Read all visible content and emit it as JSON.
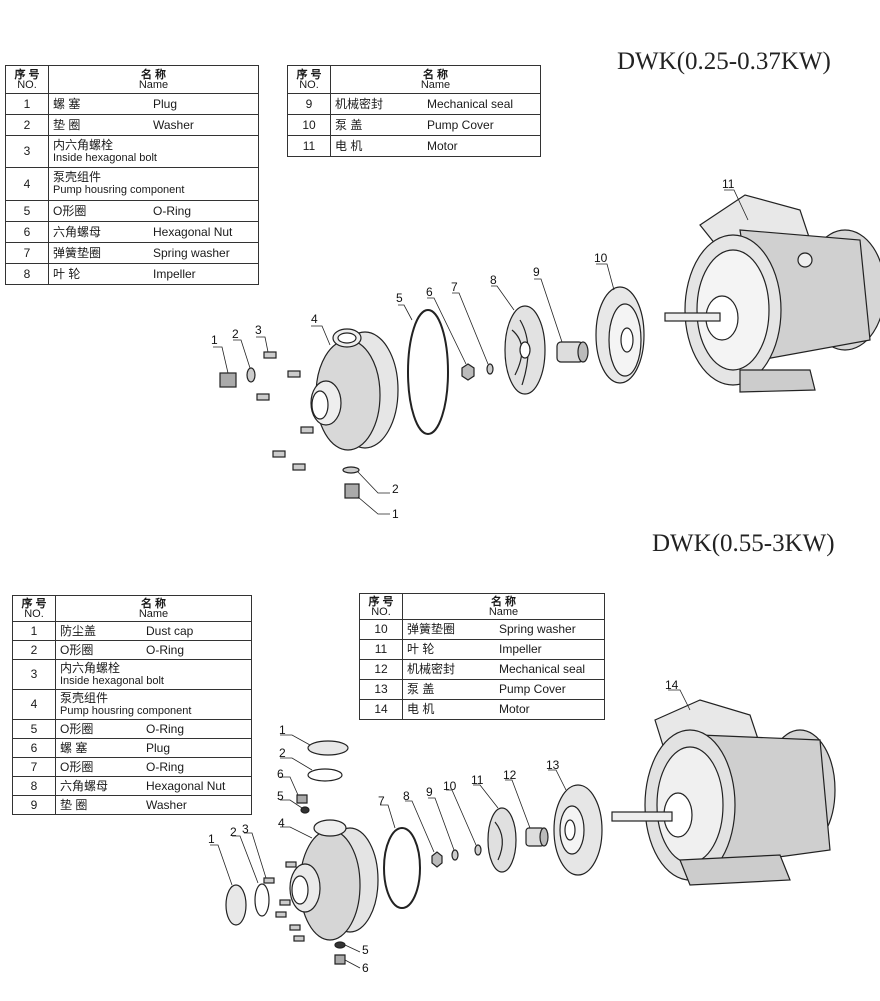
{
  "section1": {
    "model_title": "DWK(0.25-0.37KW)",
    "header": {
      "no_zh": "序 号",
      "no_en": "NO.",
      "name_zh": "名 称",
      "name_en": "Name"
    },
    "table_left": [
      {
        "no": "1",
        "zh": "螺 塞",
        "en": "Plug"
      },
      {
        "no": "2",
        "zh": "垫 圈",
        "en": "Washer"
      },
      {
        "no": "3",
        "zh": "内六角螺栓",
        "en": "Inside hexagonal bolt"
      },
      {
        "no": "4",
        "zh": "泵壳组件",
        "en": "Pump housring component"
      },
      {
        "no": "5",
        "zh": "O形圈",
        "en": "O-Ring"
      },
      {
        "no": "6",
        "zh": "六角螺母",
        "en": "Hexagonal Nut"
      },
      {
        "no": "7",
        "zh": "弹簧垫圈",
        "en": "Spring washer"
      },
      {
        "no": "8",
        "zh": "叶 轮",
        "en": "Impeller"
      }
    ],
    "table_right": [
      {
        "no": "9",
        "zh": "机械密封",
        "en": "Mechanical seal"
      },
      {
        "no": "10",
        "zh": "泵 盖",
        "en": "Pump Cover"
      },
      {
        "no": "11",
        "zh": "电 机",
        "en": "Motor"
      }
    ],
    "callouts": [
      "1",
      "2",
      "3",
      "4",
      "5",
      "6",
      "7",
      "8",
      "9",
      "10",
      "11",
      "2",
      "1"
    ]
  },
  "section2": {
    "model_title": "DWK(0.55-3KW)",
    "header": {
      "no_zh": "序 号",
      "no_en": "NO.",
      "name_zh": "名 称",
      "name_en": "Name"
    },
    "table_left": [
      {
        "no": "1",
        "zh": "防尘盖",
        "en": "Dust cap"
      },
      {
        "no": "2",
        "zh": "O形圈",
        "en": "O-Ring"
      },
      {
        "no": "3",
        "zh": "内六角螺栓",
        "en": "Inside hexagonal bolt"
      },
      {
        "no": "4",
        "zh": "泵壳组件",
        "en": "Pump housring component"
      },
      {
        "no": "5",
        "zh": "O形圈",
        "en": "O-Ring"
      },
      {
        "no": "6",
        "zh": "螺 塞",
        "en": "Plug"
      },
      {
        "no": "7",
        "zh": "O形圈",
        "en": "O-Ring"
      },
      {
        "no": "8",
        "zh": "六角螺母",
        "en": "Hexagonal Nut"
      },
      {
        "no": "9",
        "zh": "垫 圈",
        "en": "Washer"
      }
    ],
    "table_right": [
      {
        "no": "10",
        "zh": "弹簧垫圈",
        "en": "Spring washer"
      },
      {
        "no": "11",
        "zh": "叶 轮",
        "en": "Impeller"
      },
      {
        "no": "12",
        "zh": "机械密封",
        "en": "Mechanical seal"
      },
      {
        "no": "13",
        "zh": "泵 盖",
        "en": "Pump Cover"
      },
      {
        "no": "14",
        "zh": "电 机",
        "en": "Motor"
      }
    ],
    "callouts": [
      "1",
      "2",
      "6",
      "5",
      "4",
      "1",
      "2",
      "3",
      "7",
      "8",
      "9",
      "10",
      "11",
      "12",
      "13",
      "14",
      "5",
      "6"
    ]
  }
}
